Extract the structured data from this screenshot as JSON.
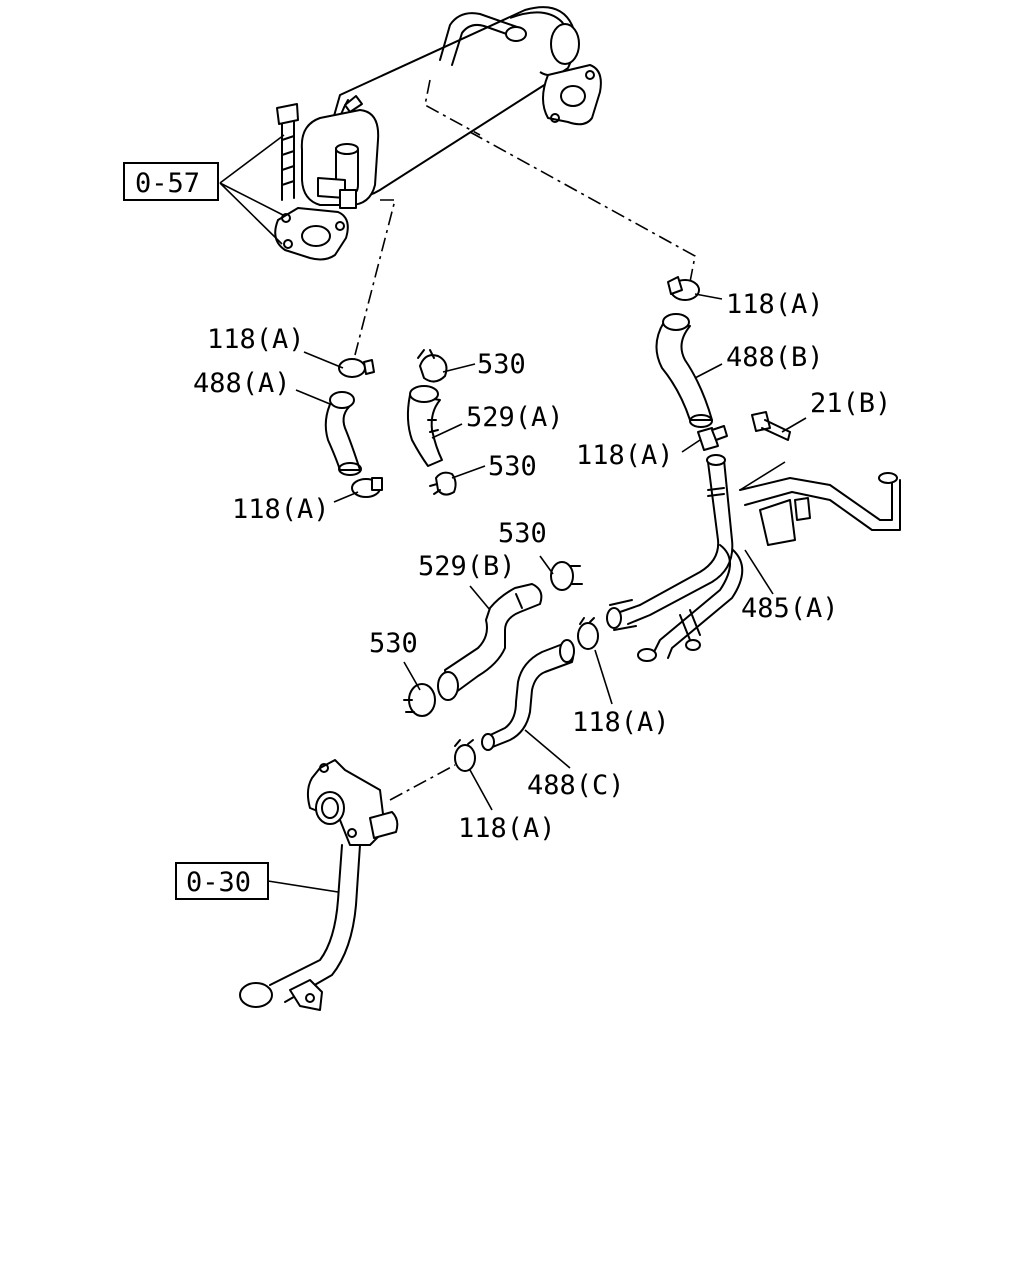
{
  "diagram": {
    "references": [
      {
        "id": "ref-0-57",
        "text": "0-57"
      },
      {
        "id": "ref-0-30",
        "text": "0-30"
      }
    ],
    "callouts": [
      {
        "id": "c-118a-top-right",
        "text": "118(A)"
      },
      {
        "id": "c-488b",
        "text": "488(B)"
      },
      {
        "id": "c-21b",
        "text": "21(B)"
      },
      {
        "id": "c-118a-mid-right",
        "text": "118(A)"
      },
      {
        "id": "c-118a-left-top",
        "text": "118(A)"
      },
      {
        "id": "c-488a",
        "text": "488(A)"
      },
      {
        "id": "c-118a-left-bottom",
        "text": "118(A)"
      },
      {
        "id": "c-530-1",
        "text": "530"
      },
      {
        "id": "c-529a",
        "text": "529(A)"
      },
      {
        "id": "c-530-2",
        "text": "530"
      },
      {
        "id": "c-530-3",
        "text": "530"
      },
      {
        "id": "c-529b",
        "text": "529(B)"
      },
      {
        "id": "c-485a",
        "text": "485(A)"
      },
      {
        "id": "c-530-4",
        "text": "530"
      },
      {
        "id": "c-118a-center",
        "text": "118(A)"
      },
      {
        "id": "c-488c",
        "text": "488(C)"
      },
      {
        "id": "c-118a-bottom",
        "text": "118(A)"
      }
    ]
  }
}
